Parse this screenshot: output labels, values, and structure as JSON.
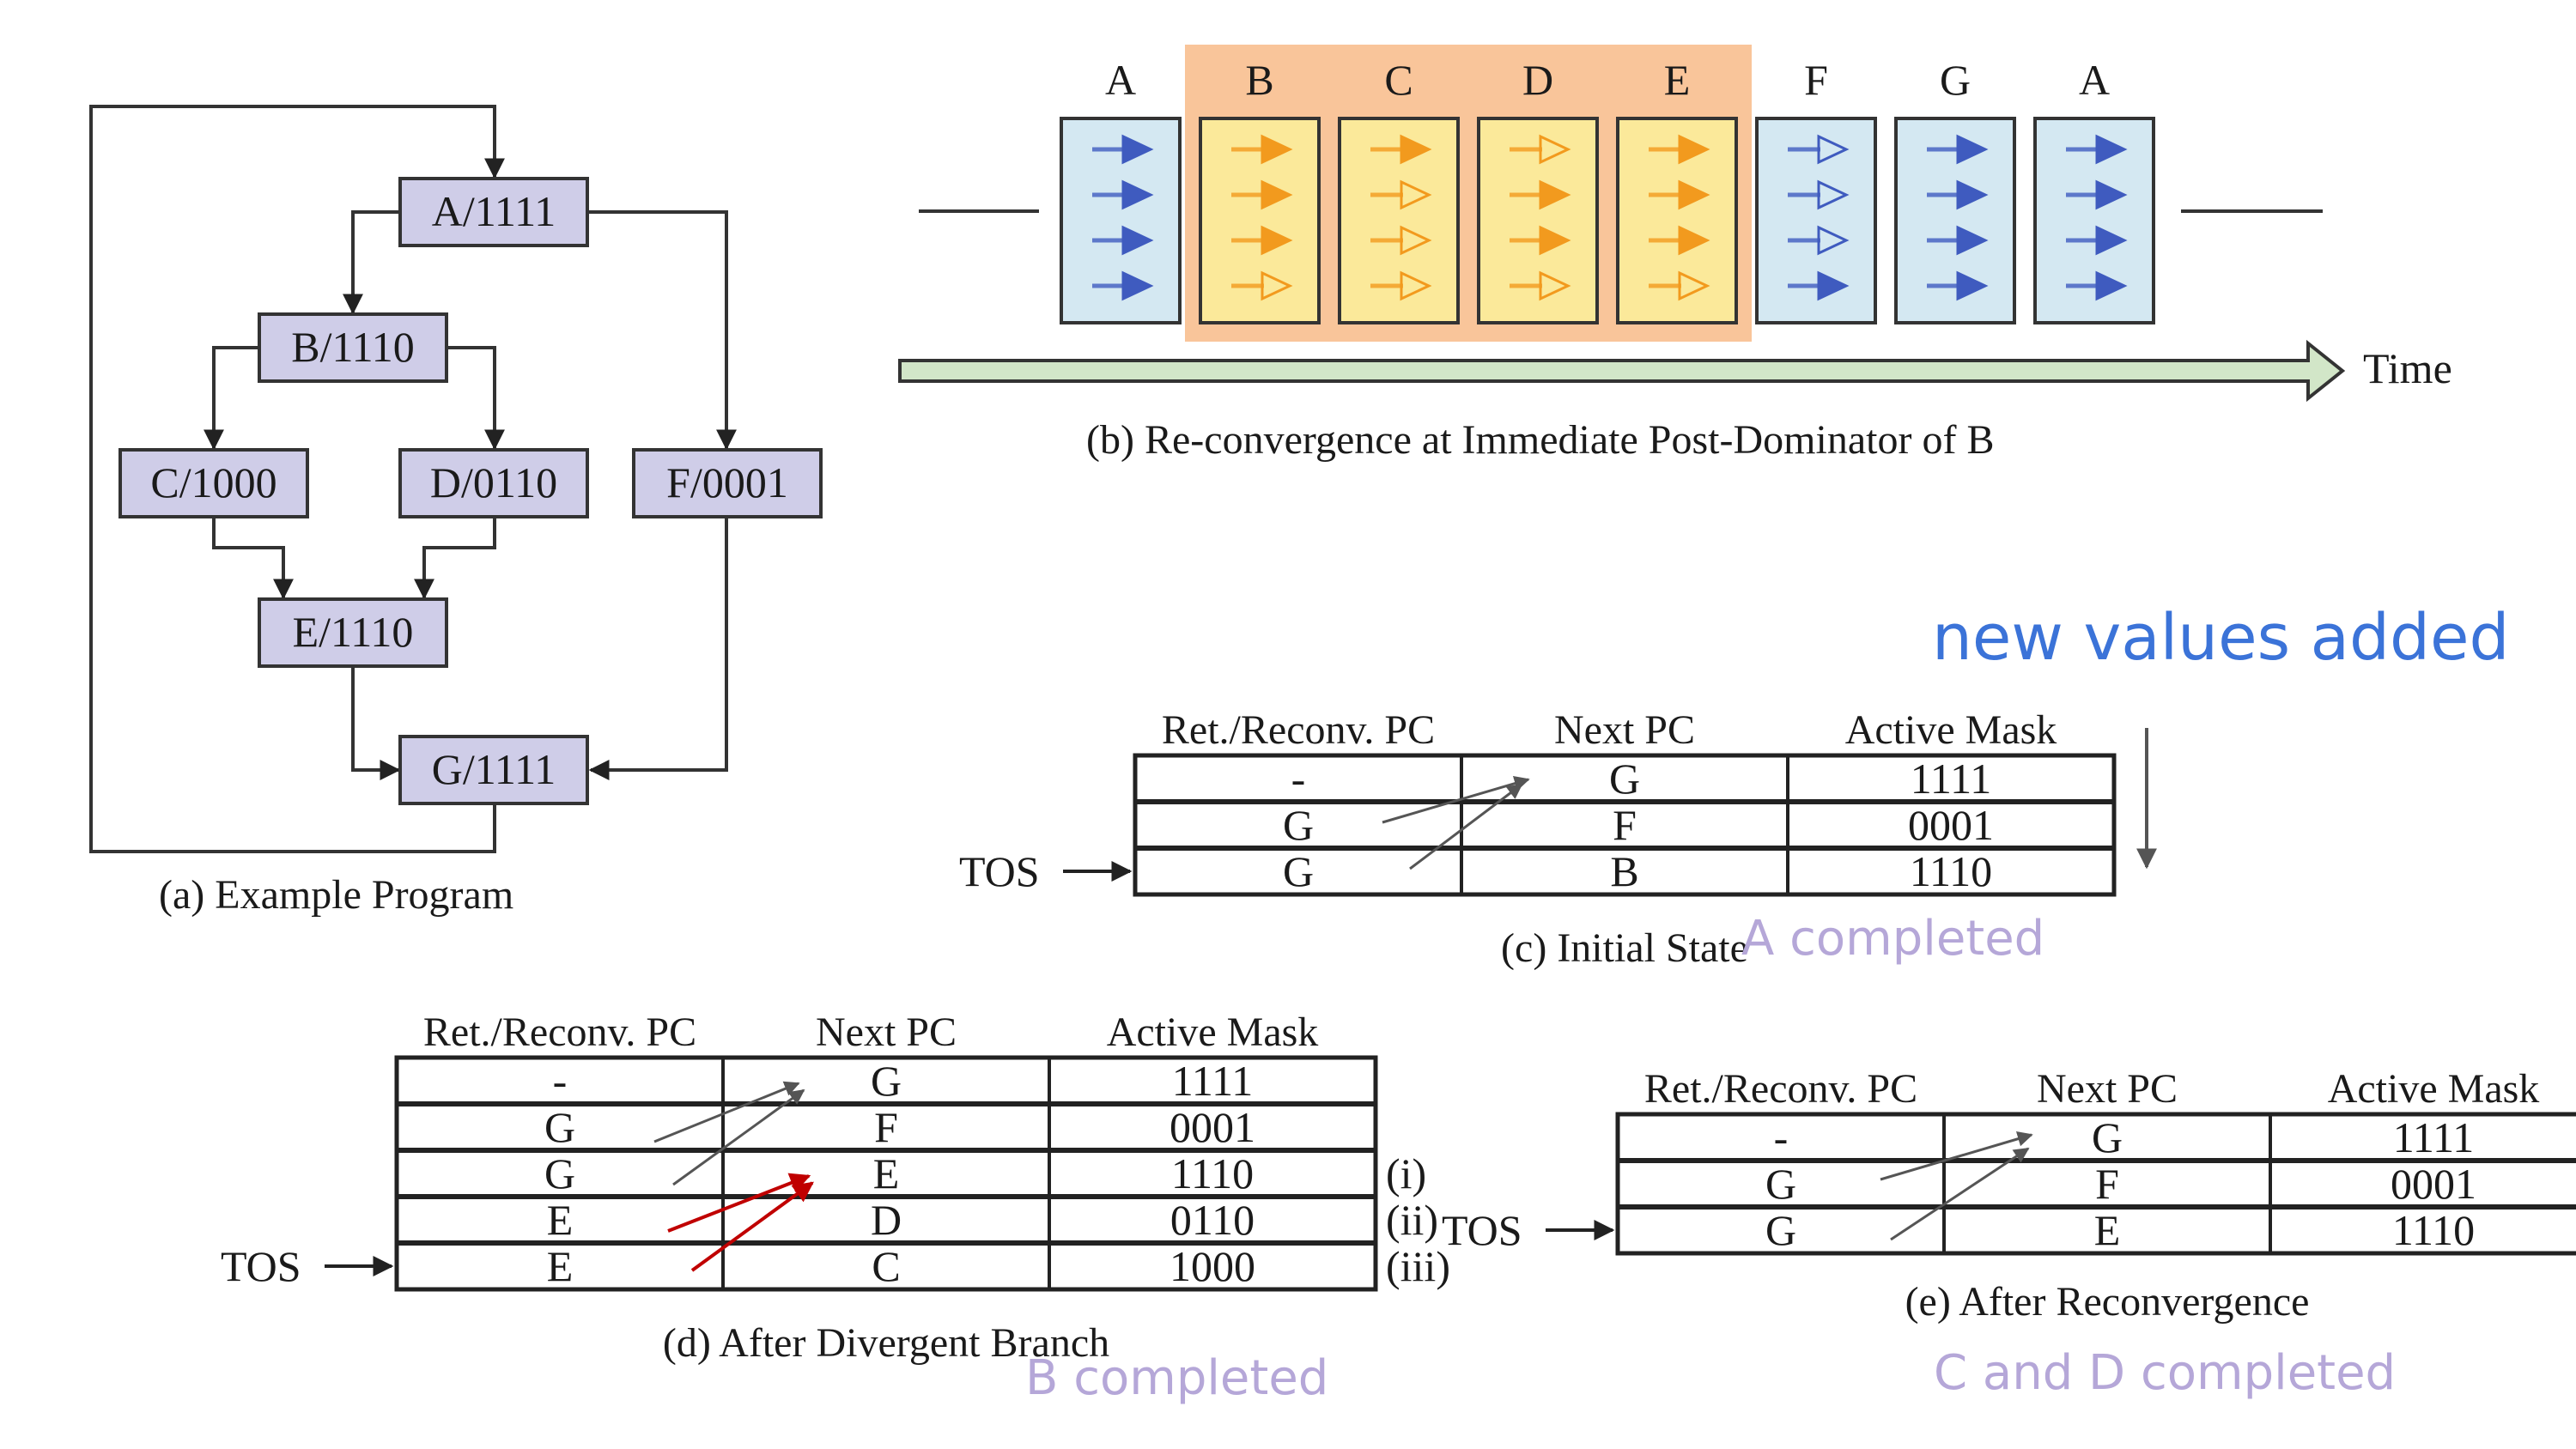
{
  "colors": {
    "node_fill": "#cfcde8",
    "warp_blue_fill": "#d4e8f2",
    "warp_yellow_fill": "#fbe99a",
    "divergence_highlight": "#f9c59a",
    "active_blue": "#3f5bbf",
    "active_orange": "#f29a1e",
    "time_arrow_fill": "#d2e6c8",
    "annotation_blue": "#3b73d8",
    "annotation_purple": "#b5a7d8",
    "red_arrow": "#c00000",
    "gray_arrow": "#555555"
  },
  "figure_a": {
    "caption": "(a)  Example Program",
    "nodes": [
      {
        "id": "A",
        "label": "A/1111"
      },
      {
        "id": "B",
        "label": "B/1110"
      },
      {
        "id": "C",
        "label": "C/1000"
      },
      {
        "id": "D",
        "label": "D/0110"
      },
      {
        "id": "E",
        "label": "E/1110"
      },
      {
        "id": "F",
        "label": "F/0001"
      },
      {
        "id": "G",
        "label": "G/1111"
      }
    ],
    "edges": [
      [
        "A",
        "B"
      ],
      [
        "A",
        "F"
      ],
      [
        "B",
        "C"
      ],
      [
        "B",
        "D"
      ],
      [
        "C",
        "E"
      ],
      [
        "D",
        "E"
      ],
      [
        "E",
        "G"
      ],
      [
        "F",
        "G"
      ],
      [
        "G",
        "A"
      ]
    ]
  },
  "figure_b": {
    "caption": "(b)  Re-convergence at Immediate Post-Dominator of B",
    "time_label": "Time",
    "warps": [
      {
        "block": "A",
        "mask": "1111",
        "diverged": false
      },
      {
        "block": "B",
        "mask": "1110",
        "diverged": true
      },
      {
        "block": "C",
        "mask": "1000",
        "diverged": true
      },
      {
        "block": "D",
        "mask": "0110",
        "diverged": true
      },
      {
        "block": "E",
        "mask": "1110",
        "diverged": true
      },
      {
        "block": "F",
        "mask": "0001",
        "diverged": false
      },
      {
        "block": "G",
        "mask": "1111",
        "diverged": false
      },
      {
        "block": "A",
        "mask": "1111",
        "diverged": false
      }
    ]
  },
  "table_headers": [
    "Ret./Reconv. PC",
    "Next PC",
    "Active Mask"
  ],
  "tos_label": "TOS",
  "figure_c": {
    "caption": "(c)  Initial State",
    "rows": [
      [
        "-",
        "G",
        "1111"
      ],
      [
        "G",
        "F",
        "0001"
      ],
      [
        "G",
        "B",
        "1110"
      ]
    ],
    "annotation": "A completed"
  },
  "figure_d": {
    "caption": "(d)  After Divergent Branch",
    "rows": [
      [
        "-",
        "G",
        "1111",
        ""
      ],
      [
        "G",
        "F",
        "0001",
        ""
      ],
      [
        "G",
        "E",
        "1110",
        "(i)"
      ],
      [
        "E",
        "D",
        "0110",
        "(ii)"
      ],
      [
        "E",
        "C",
        "1000",
        "(iii)"
      ]
    ],
    "annotation": "B completed"
  },
  "figure_e": {
    "caption": "(e)  After Reconvergence",
    "rows": [
      [
        "-",
        "G",
        "1111"
      ],
      [
        "G",
        "F",
        "0001"
      ],
      [
        "G",
        "E",
        "1110"
      ]
    ],
    "annotation": "C and D completed"
  },
  "new_values_note": "new values added"
}
